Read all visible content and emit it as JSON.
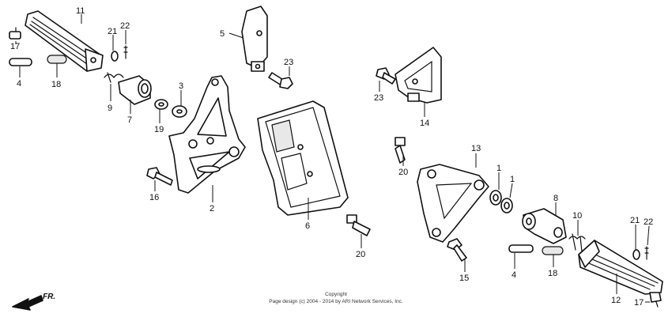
{
  "callouts": [
    "11",
    "21",
    "22",
    "17",
    "4",
    "18",
    "9",
    "7",
    "19",
    "3",
    "5",
    "23",
    "2",
    "16",
    "6",
    "20",
    "14",
    "13",
    "1",
    "8",
    "10",
    "12",
    "15"
  ],
  "copyright": {
    "line1": "Copyright",
    "line2": "Page design (c) 2004 - 2014 by ARI Network Services, Inc."
  },
  "direction": {
    "label": "FR."
  }
}
